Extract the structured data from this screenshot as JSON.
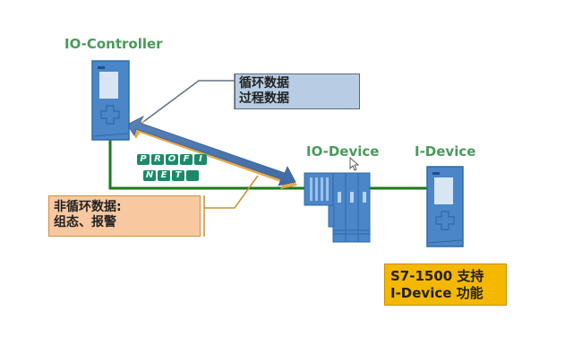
{
  "labels": {
    "io_controller": "IO-Controller",
    "io_device": "IO-Device",
    "i_device": "I-Device"
  },
  "callouts": {
    "cyclic": {
      "line1": "循环数据",
      "line2": "过程数据"
    },
    "acyclic": {
      "line1": "非循环数据:",
      "line2": "组态、报警"
    },
    "s7": {
      "line1": "S7-1500 支持",
      "line2": "I-Device 功能"
    }
  },
  "profinet": {
    "row1": [
      "P",
      "R",
      "O",
      "F",
      "I"
    ],
    "row2": [
      "N",
      "E",
      "T"
    ]
  },
  "colors": {
    "green_label": "#4a9a5a",
    "network_line": "#1a7a1a",
    "device_blue": "#4a86c8",
    "cyclic_box": "#b8cce4",
    "acyclic_box": "#f8c8a0",
    "s7_box": "#f5b800",
    "arrow_blue": "#4f78b0"
  }
}
